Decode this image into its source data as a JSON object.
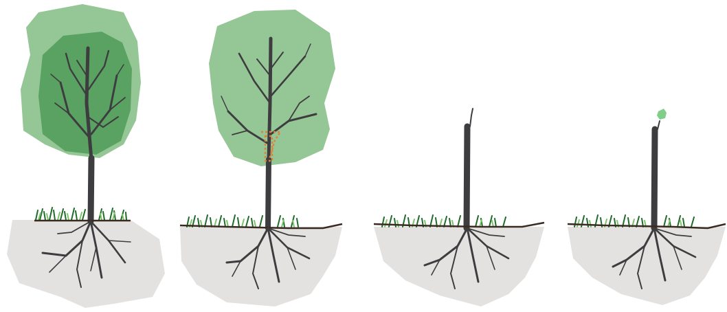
{
  "diagram": {
    "panels": [
      {
        "id": "panel-1",
        "stage": "full-canopy",
        "canopy": "double",
        "trunk": "intact",
        "cut_marker": false
      },
      {
        "id": "panel-2",
        "stage": "marked-for-cut",
        "canopy": "single",
        "trunk": "intact",
        "cut_marker": true
      },
      {
        "id": "panel-3",
        "stage": "cut-stump",
        "canopy": "none",
        "trunk": "cut",
        "cut_marker": false
      },
      {
        "id": "panel-4",
        "stage": "resprout",
        "canopy": "sprout",
        "trunk": "cut",
        "cut_marker": false
      }
    ],
    "colors": {
      "canopy_light": "#7fb77f",
      "canopy_dark": "#4f9a58",
      "trunk": "#3d3d3f",
      "soil": "#e4e1e1",
      "ground_line": "#3b2a20",
      "grass_dark": "#1f6b2a",
      "grass_light": "#7cc36a",
      "cut_marker": "#e0813a",
      "sprout": "#7fcf8a"
    }
  }
}
